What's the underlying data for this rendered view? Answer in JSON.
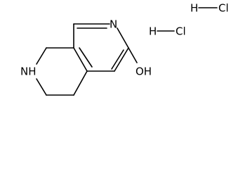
{
  "structure": {
    "atoms": {
      "ring_n_top": "N",
      "hydroxyl": "OH",
      "ring_nh": "NH",
      "hcl_1_h": "H",
      "hcl_1_cl": "Cl",
      "hcl_2_h": "H",
      "hcl_2_cl": "Cl"
    }
  }
}
